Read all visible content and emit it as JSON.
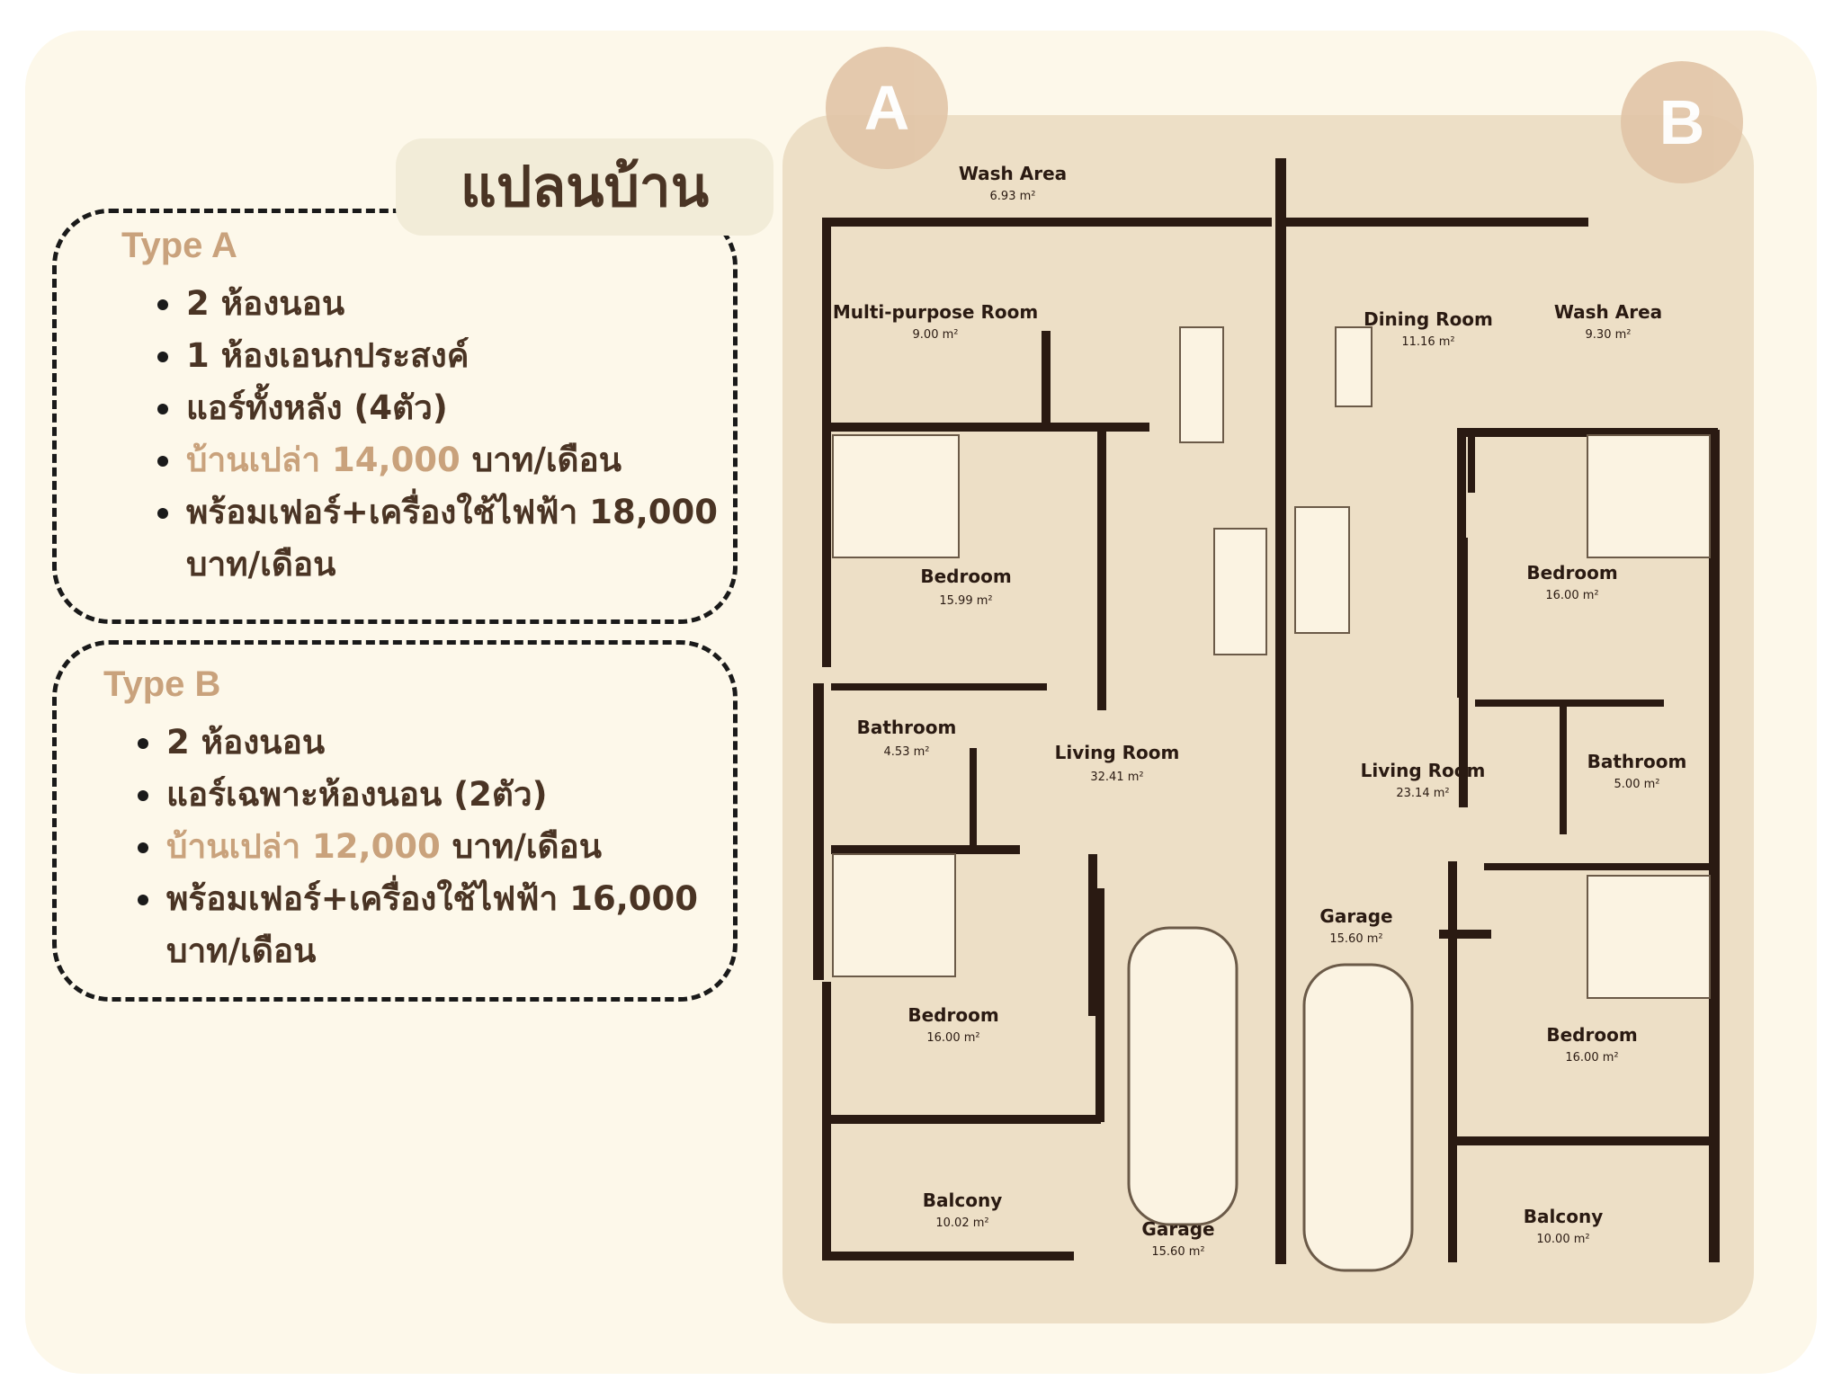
{
  "title": "แปลนบ้าน",
  "type_a": {
    "label": "Type A",
    "items": [
      {
        "text": "2 ห้องนอน"
      },
      {
        "text": "1 ห้องเอนกประสงค์"
      },
      {
        "text": "แอร์ทั้งหลัง (4ตัว)"
      },
      {
        "highlight": "บ้านเปล่า 14,000",
        "text": " บาท/เดือน"
      },
      {
        "text": "พร้อมเฟอร์+เครื่องใช้ไฟฟ้า 18,000 บาท/เดือน"
      }
    ]
  },
  "type_b": {
    "label": "Type B",
    "items": [
      {
        "text": "2 ห้องนอน"
      },
      {
        "text": "แอร์เฉพาะห้องนอน (2ตัว)"
      },
      {
        "highlight": "บ้านเปล่า 12,000",
        "text": " บาท/เดือน"
      },
      {
        "text": "พร้อมเฟอร์+เครื่องใช้ไฟฟ้า 16,000 บาท/เดือน"
      }
    ]
  },
  "badges": {
    "a": "A",
    "b": "B"
  },
  "rooms": {
    "a_wash": {
      "name": "Wash Area",
      "area": "6.93 m²"
    },
    "a_multi": {
      "name": "Multi-purpose Room",
      "area": "9.00 m²"
    },
    "a_bed1": {
      "name": "Bedroom",
      "area": "15.99 m²"
    },
    "a_bath": {
      "name": "Bathroom",
      "area": "4.53 m²"
    },
    "a_living": {
      "name": "Living Room",
      "area": "32.41 m²"
    },
    "a_bed2": {
      "name": "Bedroom",
      "area": "16.00 m²"
    },
    "a_balcony": {
      "name": "Balcony",
      "area": "10.02 m²"
    },
    "a_garage": {
      "name": "Garage",
      "area": "15.60 m²"
    },
    "b_dining": {
      "name": "Dining Room",
      "area": "11.16 m²"
    },
    "b_wash": {
      "name": "Wash Area",
      "area": "9.30 m²"
    },
    "b_bed1": {
      "name": "Bedroom",
      "area": "16.00 m²"
    },
    "b_living": {
      "name": "Living Room",
      "area": "23.14 m²"
    },
    "b_bath": {
      "name": "Bathroom",
      "area": "5.00 m²"
    },
    "b_garage": {
      "name": "Garage",
      "area": "15.60 m²"
    },
    "b_bed2": {
      "name": "Bedroom",
      "area": "16.00 m²"
    },
    "b_balcony": {
      "name": "Balcony",
      "area": "10.00 m²"
    }
  },
  "colors": {
    "card_bg": "#fdf8ea",
    "plan_floor": "#eddfc6",
    "wall": "#2a1a12",
    "accent": "#c9a27c",
    "text_dark": "#4a3424"
  }
}
